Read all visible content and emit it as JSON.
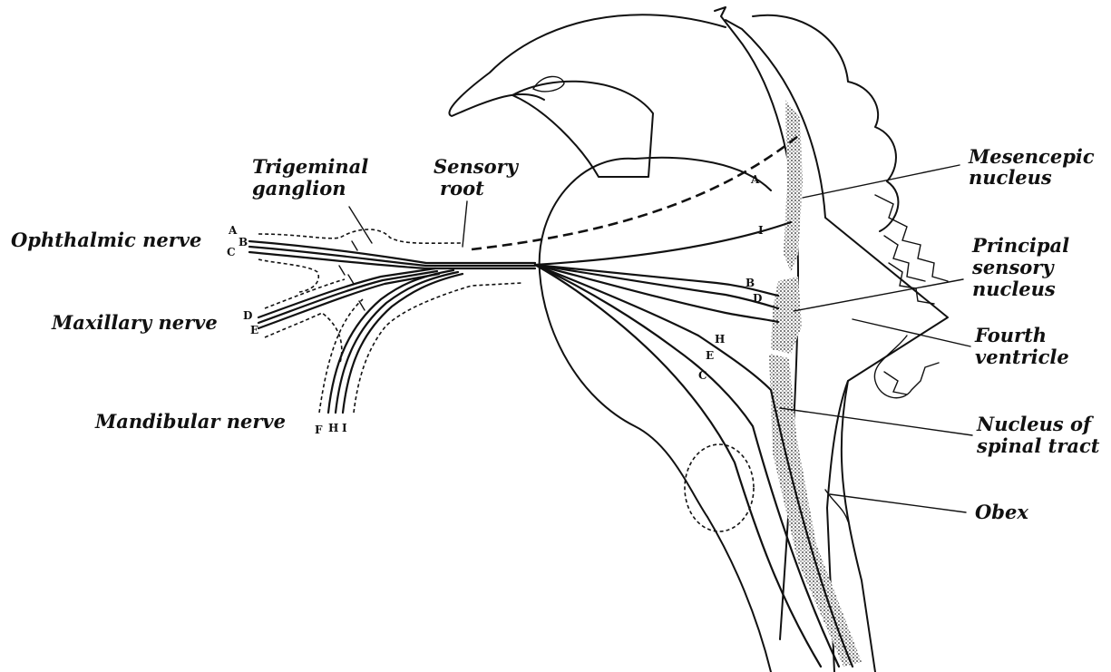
{
  "labels": {
    "ophthalmic": "Ophthalmic nerve",
    "maxillary": "Maxillary nerve",
    "mandibular": "Mandibular nerve",
    "ganglion_1": "Trigeminal",
    "ganglion_2": "ganglion",
    "sensory_root_1": "Sensory",
    "sensory_root_2": "root",
    "mesencephalic_1": "Mesencepic",
    "mesencephalic_2": "nucleus",
    "principal_1": "Principal",
    "principal_2": "sensory",
    "principal_3": "nucleus",
    "fourth_1": "Fourth",
    "fourth_2": "ventricle",
    "spinal_1": "Nucleus of",
    "spinal_2": "spinal tract",
    "obex": "Obex"
  },
  "fiber_letters": {
    "A": "A",
    "B": "B",
    "C": "C",
    "D": "D",
    "E": "E",
    "F": "F",
    "H": "H",
    "I": "I"
  },
  "colors": {
    "ink": "#111111",
    "nucleus_stipple": "#9a9a9a",
    "background": "#ffffff"
  }
}
